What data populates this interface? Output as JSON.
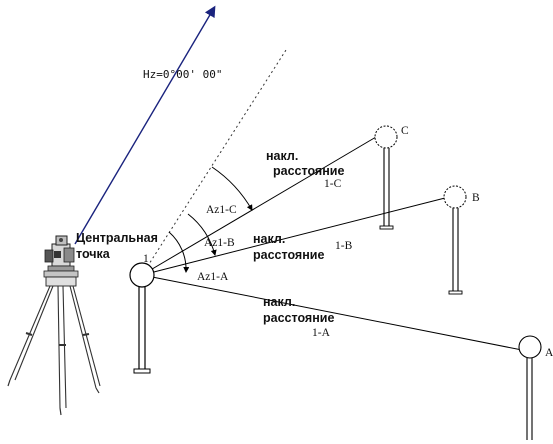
{
  "diagram": {
    "hz_label": "Hz=0°00' 00\"",
    "station": {
      "label_line1": "Центральная",
      "label_line2": "точка",
      "point_number": "1"
    },
    "targets": {
      "a": {
        "name": "A",
        "dist_label_line1": "накл.",
        "dist_label_line2": "расстояние",
        "dist_id": "1-A",
        "azimuth": "Az1-A"
      },
      "b": {
        "name": "B",
        "dist_label_line1": "накл.",
        "dist_label_line2": "расстояние",
        "dist_id": "1-B",
        "azimuth": "Az1-B"
      },
      "c": {
        "name": "C",
        "dist_label_line1": "накл.",
        "dist_label_line2": "расстояние",
        "dist_id": "1-C",
        "azimuth": "Az1-C"
      }
    },
    "colors": {
      "north_arrow": "#1a237e",
      "lines": "#000000",
      "background": "#ffffff"
    }
  }
}
